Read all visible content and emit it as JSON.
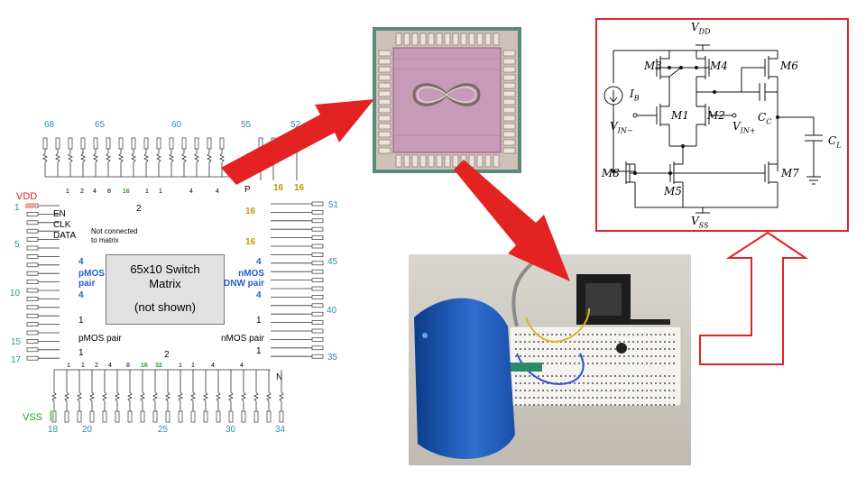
{
  "pinout": {
    "top_pins": [
      "68",
      "65",
      "60",
      "55",
      "52"
    ],
    "top_weights": [
      "1",
      "2",
      "4",
      "8",
      "16",
      "1",
      "1",
      "4",
      "4",
      "16",
      "16"
    ],
    "vdd_label": "VDD",
    "vdd_pin": "1",
    "en": "EN",
    "clk": "CLK",
    "data": "DATA",
    "not_connected": "Not connected\nto matrix",
    "left_pins": [
      "5",
      "10",
      "15",
      "17"
    ],
    "right_pins": [
      "51",
      "45",
      "40",
      "35"
    ],
    "pmos_pair": "pMOS\npair",
    "pmos_pair_bottom": "pMOS pair",
    "nmos_dnw_pair": "nMOS\nDNW pair",
    "nmos_pair_bottom": "nMOS pair",
    "four": "4",
    "one": "1",
    "two": "2",
    "sixteen": "16",
    "p_label": "P",
    "n_label": "N",
    "switch_matrix": "65x10 Switch\nMatrix",
    "not_shown": "(not shown)",
    "bottom_weights": [
      "1",
      "1",
      "2",
      "4",
      "8",
      "16",
      "32",
      "1",
      "1",
      "4",
      "4"
    ],
    "bottom_pins": [
      "18",
      "20",
      "25",
      "30",
      "34"
    ],
    "vss_label": "VSS"
  },
  "schematic": {
    "vdd": "V",
    "vdd_sub": "DD",
    "vss": "V",
    "vss_sub": "SS",
    "ib": "I",
    "ib_sub": "B",
    "m1": "M1",
    "m2": "M2",
    "m3": "M3",
    "m4": "M4",
    "m5": "M5",
    "m6": "M6",
    "m7": "M7",
    "m8": "M8",
    "vin_minus": "V",
    "vin_minus_sub": "IN−",
    "vin_plus": "V",
    "vin_plus_sub": "IN+",
    "cc": "C",
    "cc_sub": "C",
    "cl": "C",
    "cl_sub": "L"
  },
  "colors": {
    "arrow_red": "#e32222",
    "frame_red": "#e32222",
    "pin_teal": "#2a8fa8",
    "weight_blue": "#1f5fd0",
    "weight_gold": "#c8930a",
    "chip_pink": "#c79ab8"
  }
}
